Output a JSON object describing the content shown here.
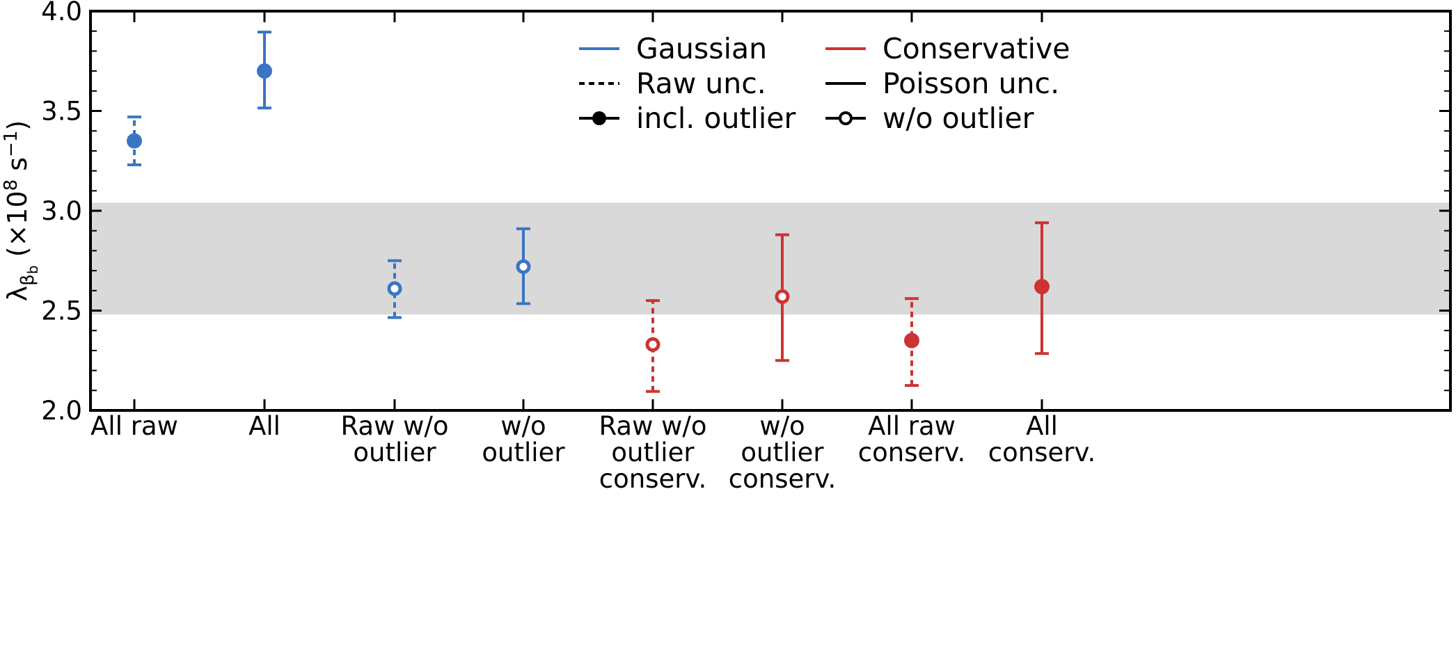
{
  "chart_data": {
    "type": "scatter",
    "ylabel": {
      "main": "λ",
      "sub": "β",
      "subsub": "b",
      "unit_pre": " (×10",
      "unit_exp": "8",
      "unit_mid": " s",
      "unit_exp2": "−1",
      "unit_post": ")"
    },
    "ylim": [
      2.0,
      4.0
    ],
    "yticks": [
      "2.0",
      "2.5",
      "3.0",
      "3.5",
      "4.0"
    ],
    "band": {
      "low": 2.48,
      "high": 3.04,
      "color": "#d9d9d9"
    },
    "colors": {
      "gaussian": "#3a75c4",
      "conservative": "#cc3333"
    },
    "categories": [
      {
        "label": [
          "All raw"
        ],
        "value": 3.35,
        "low": 3.23,
        "high": 3.47,
        "model": "gaussian",
        "unc": "raw",
        "outlier": "incl"
      },
      {
        "label": [
          "All"
        ],
        "value": 3.7,
        "low": 3.515,
        "high": 3.895,
        "model": "gaussian",
        "unc": "poisson",
        "outlier": "incl"
      },
      {
        "label": [
          "Raw w/o",
          "outlier"
        ],
        "value": 2.61,
        "low": 2.465,
        "high": 2.75,
        "model": "gaussian",
        "unc": "raw",
        "outlier": "excl"
      },
      {
        "label": [
          "w/o",
          "outlier"
        ],
        "value": 2.72,
        "low": 2.535,
        "high": 2.91,
        "model": "gaussian",
        "unc": "poisson",
        "outlier": "excl"
      },
      {
        "label": [
          "Raw w/o",
          "outlier",
          "conserv."
        ],
        "value": 2.33,
        "low": 2.095,
        "high": 2.55,
        "model": "conservative",
        "unc": "raw",
        "outlier": "excl"
      },
      {
        "label": [
          "w/o",
          "outlier",
          "conserv."
        ],
        "value": 2.57,
        "low": 2.25,
        "high": 2.88,
        "model": "conservative",
        "unc": "poisson",
        "outlier": "excl"
      },
      {
        "label": [
          "All raw",
          "conserv."
        ],
        "value": 2.35,
        "low": 2.125,
        "high": 2.56,
        "model": "conservative",
        "unc": "raw",
        "outlier": "incl"
      },
      {
        "label": [
          "All",
          "conserv."
        ],
        "value": 2.62,
        "low": 2.285,
        "high": 2.94,
        "model": "conservative",
        "unc": "poisson",
        "outlier": "incl"
      }
    ],
    "legend": {
      "placement": "top-right",
      "entries": [
        {
          "label": "Gaussian",
          "kind": "line",
          "color": "#3a75c4",
          "dash": false
        },
        {
          "label": "Conservative",
          "kind": "line",
          "color": "#cc3333",
          "dash": false
        },
        {
          "label": "Raw unc.",
          "kind": "line",
          "color": "#000000",
          "dash": true
        },
        {
          "label": "Poisson unc.",
          "kind": "line",
          "color": "#000000",
          "dash": false
        },
        {
          "label": "incl. outlier",
          "kind": "marker",
          "color": "#000000",
          "filled": true
        },
        {
          "label": "w/o outlier",
          "kind": "marker",
          "color": "#000000",
          "filled": false
        }
      ]
    }
  }
}
